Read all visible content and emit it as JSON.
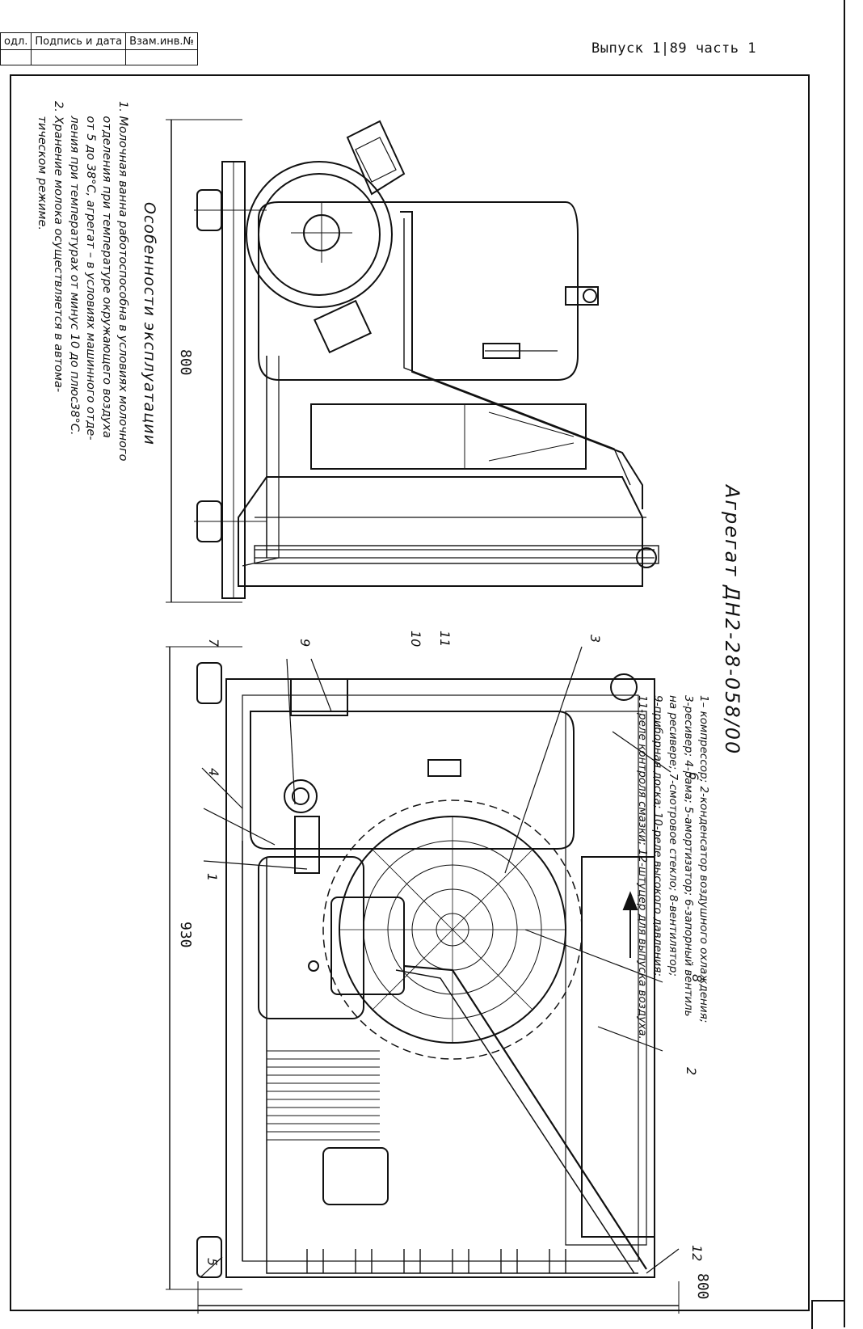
{
  "stamp": {
    "cells": [
      "одл.",
      "Подпись и дата",
      "Взам.инв.№"
    ]
  },
  "header": {
    "title": "Выпуск 1|89 часть 1"
  },
  "unit_title": "Агрегат ДН2-28-058/00",
  "notes": {
    "heading": "Особенности эксплуатации",
    "body": "1. Молочная ванна работоспособна в условиях молочного\n    отделения при температуре окружающего воздуха\n    от 5 до 38°С, агрегат – в условиях машинного отде-\n    ления при температурах от минус 10 до плюс38°С.\n2. Хранение молока осуществляется в автома-\n    тическом режиме."
  },
  "legend": {
    "body": "1– компрессор; 2-конденсатор воздушного охлаждения;\n3-ресивер; 4-рама; 5-амортизатор; 6-запорный вентиль\nна ресивере; 7-смотровое стекло; 8-вентилятор;\n9-приборная доска; 10-реле высокого давления;\n11-реле контроля смазки; 12-штуцер для выпуска воздуха."
  },
  "dimensions": {
    "left_view_height": "800",
    "right_view_width": "930",
    "right_view_height": "800"
  },
  "callouts": [
    "1",
    "2",
    "3",
    "4",
    "5",
    "6",
    "7",
    "8",
    "9",
    "10",
    "11",
    "12"
  ],
  "drawing": {
    "ink": "#111111"
  }
}
